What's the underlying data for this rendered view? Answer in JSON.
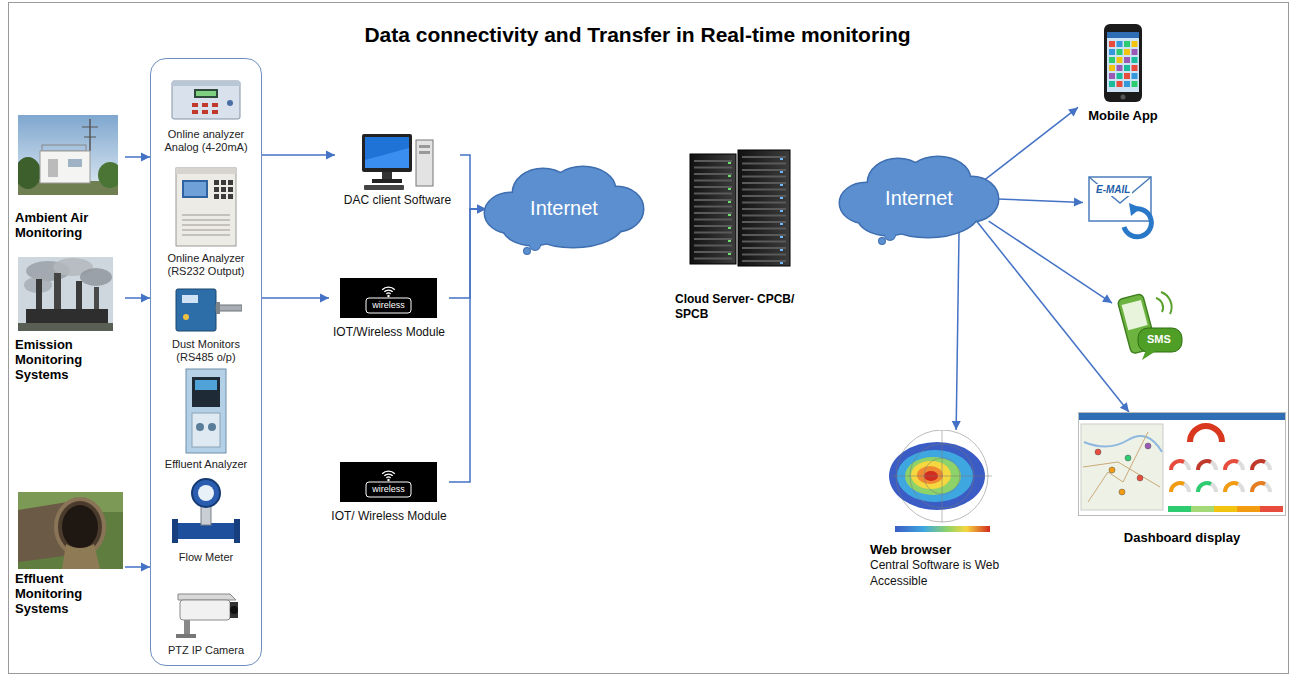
{
  "diagram": {
    "title": "Data connectivity and Transfer in Real-time monitoring",
    "nodes": [
      {
        "text": [
          "Ambient Air Monitoring"
        ]
      },
      {
        "text": [
          "Emission Monitoring Systems"
        ]
      },
      {
        "text": [
          "Effluent Monitoring Systems"
        ]
      },
      {
        "text": []
      },
      {
        "text": [
          "Online analyzer Analog (4-20mA)"
        ],
        "in": 3
      },
      {
        "text": [
          "Online Analyzer (RS232 Output)"
        ],
        "in": 3
      },
      {
        "text": [
          "Dust Monitors (RS485 o/p)"
        ],
        "in": 3
      },
      {
        "text": [
          "Effluent Analyzer"
        ],
        "in": 3
      },
      {
        "text": [
          "Flow Meter"
        ],
        "in": 3
      },
      {
        "text": [
          "PTZ IP Camera"
        ],
        "in": 3
      },
      {
        "text": [
          "DAC client Software"
        ]
      },
      {
        "text": [
          "wireless",
          "IOT/Wireless Module"
        ]
      },
      {
        "text": [
          "wireless",
          "IOT/ Wireless Module"
        ]
      },
      {
        "text": [
          "Internet"
        ]
      },
      {
        "text": [
          "Cloud Server- CPCB/ SPCB"
        ]
      },
      {
        "text": [
          "Internet"
        ]
      },
      {
        "text": [
          "Mobile App"
        ]
      },
      {
        "text": [
          "E-MAIL"
        ]
      },
      {
        "text": [
          "SMS"
        ]
      },
      {
        "text": [
          "Web browser",
          "Central Software is Web Accessible"
        ]
      },
      {
        "text": [
          "Dashboard display"
        ]
      }
    ],
    "edges": [
      {
        "from": 0,
        "to": 3,
        "arrow": "to"
      },
      {
        "from": 1,
        "to": 3,
        "arrow": "to"
      },
      {
        "from": 2,
        "to": 3,
        "arrow": "to"
      },
      {
        "from": 3,
        "to": 10,
        "arrow": "to"
      },
      {
        "from": 3,
        "to": 11,
        "arrow": "to"
      },
      {
        "from": 10,
        "to": 13,
        "arrow": "to"
      },
      {
        "from": 11,
        "to": 13,
        "arrow": "to"
      },
      {
        "from": 12,
        "to": 13,
        "arrow": "to"
      },
      {
        "from": 15,
        "to": 16,
        "arrow": "to"
      },
      {
        "from": 15,
        "to": 17,
        "arrow": "to"
      },
      {
        "from": 15,
        "to": 18,
        "arrow": "to"
      },
      {
        "from": 15,
        "to": 19,
        "arrow": "to"
      },
      {
        "from": 15,
        "to": 20,
        "arrow": "to"
      }
    ]
  }
}
